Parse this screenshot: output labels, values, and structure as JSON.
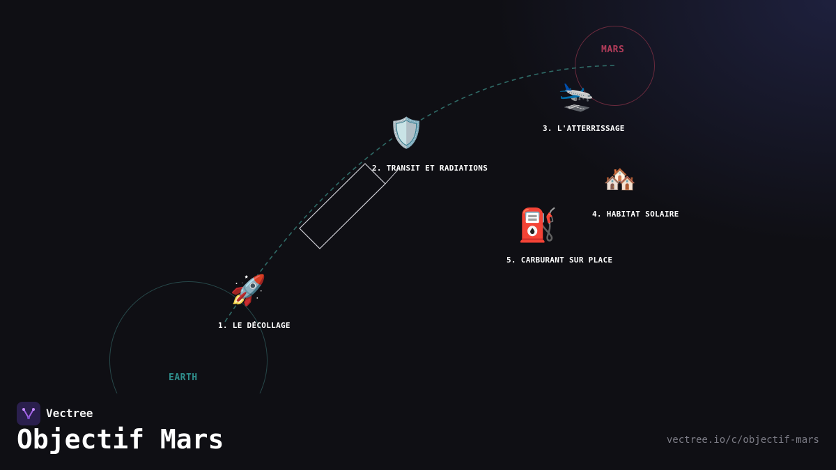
{
  "diagram": {
    "planets": {
      "earth": {
        "label": "EARTH",
        "color": "#2f8e8c"
      },
      "mars": {
        "label": "MARS",
        "color": "#b23c5a"
      }
    },
    "steps": [
      {
        "icon": "rocket-icon",
        "glyph": "🚀",
        "label": "1. LE DÉCOLLAGE"
      },
      {
        "icon": "shield-icon",
        "glyph": "🛡️",
        "label": "2. TRANSIT ET RADIATIONS"
      },
      {
        "icon": "airplane-landing-icon",
        "glyph": "🛬",
        "label": "3. L'ATTERRISSAGE"
      },
      {
        "icon": "houses-icon",
        "glyph": "🏘️",
        "label": "4. HABITAT SOLAIRE"
      },
      {
        "icon": "fuel-pump-icon",
        "glyph": "⛽",
        "label": "5. CARBURANT SUR PLACE"
      }
    ]
  },
  "footer": {
    "brand": "Vectree",
    "title": "Objectif Mars",
    "url": "vectree.io/c/objectif-mars"
  },
  "colors": {
    "background": "#0f0f14",
    "trajectory": "#2f6a66",
    "logo_bg": "#2a1f4d",
    "logo_accent": "#a463e8"
  }
}
